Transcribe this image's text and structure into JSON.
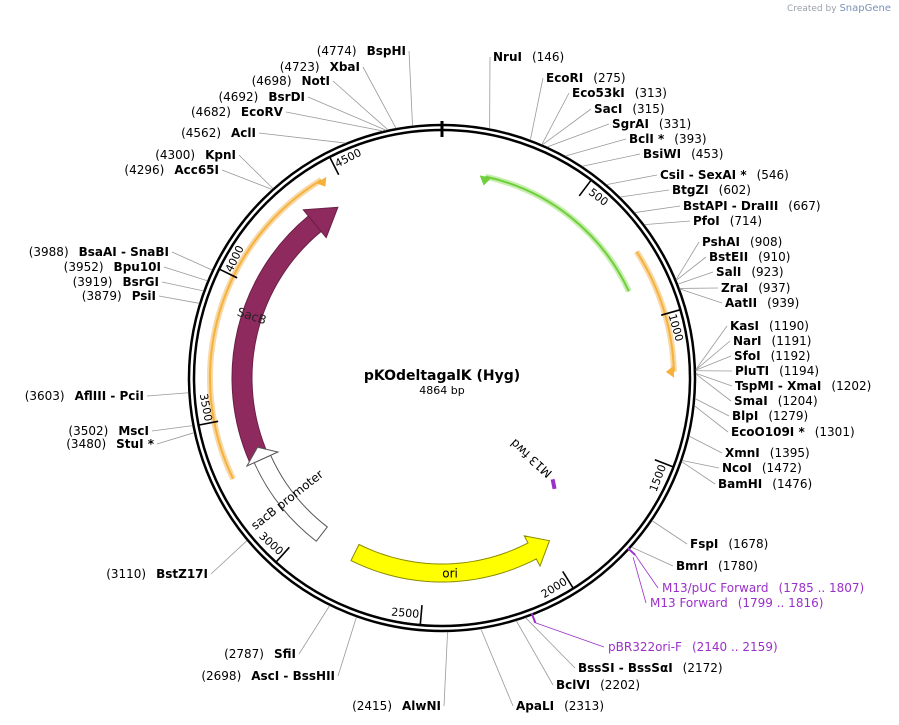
{
  "credit": {
    "created_by": "Created by",
    "brand": "SnapGene"
  },
  "plasmid": {
    "name": "pKOdeltagalK (Hyg)",
    "length_label": "4864 bp",
    "length": 4864
  },
  "ticks": [
    "500",
    "1000",
    "1500",
    "2000",
    "2500",
    "3000",
    "3500",
    "4000",
    "4500"
  ],
  "features": {
    "sacb": "SacB",
    "sacb_promoter": "sacB promoter",
    "ori": "ori",
    "m13fwd": "M13 fwd"
  },
  "colors": {
    "backbone": "#000000",
    "sacb": "#8e2a5e",
    "ori": "#ffff00",
    "orange_arc": "#f7b13b",
    "green_arc": "#6fcf3c",
    "primer": "#9b30c9"
  },
  "enzymes": [
    {
      "name": "NruI",
      "pos": "(146)",
      "bp": 146
    },
    {
      "name": "EcoRI",
      "pos": "(275)",
      "bp": 275
    },
    {
      "name": "Eco53kI",
      "pos": "(313)",
      "bp": 313
    },
    {
      "name": "SacI",
      "pos": "(315)",
      "bp": 315
    },
    {
      "name": "SgrAI",
      "pos": "(331)",
      "bp": 331
    },
    {
      "name": "BclI *",
      "pos": "(393)",
      "bp": 393
    },
    {
      "name": "BsiWI",
      "pos": "(453)",
      "bp": 453
    },
    {
      "name": "CsiI  -  SexAI *",
      "pos": "(546)",
      "bp": 546
    },
    {
      "name": "BtgZI",
      "pos": "(602)",
      "bp": 602
    },
    {
      "name": "BstAPI  -  DraIII",
      "pos": "(667)",
      "bp": 667
    },
    {
      "name": "PfoI",
      "pos": "(714)",
      "bp": 714
    },
    {
      "name": "PshAI",
      "pos": "(908)",
      "bp": 908
    },
    {
      "name": "BstEII",
      "pos": "(910)",
      "bp": 910
    },
    {
      "name": "SalI",
      "pos": "(923)",
      "bp": 923
    },
    {
      "name": "ZraI",
      "pos": "(937)",
      "bp": 937
    },
    {
      "name": "AatII",
      "pos": "(939)",
      "bp": 939
    },
    {
      "name": "KasI",
      "pos": "(1190)",
      "bp": 1190
    },
    {
      "name": "NarI",
      "pos": "(1191)",
      "bp": 1191
    },
    {
      "name": "SfoI",
      "pos": "(1192)",
      "bp": 1192
    },
    {
      "name": "PluTI",
      "pos": "(1194)",
      "bp": 1194
    },
    {
      "name": "TspMI  -  XmaI",
      "pos": "(1202)",
      "bp": 1202
    },
    {
      "name": "SmaI",
      "pos": "(1204)",
      "bp": 1204
    },
    {
      "name": "BlpI",
      "pos": "(1279)",
      "bp": 1279
    },
    {
      "name": "EcoO109I *",
      "pos": "(1301)",
      "bp": 1301
    },
    {
      "name": "XmnI",
      "pos": "(1395)",
      "bp": 1395
    },
    {
      "name": "NcoI",
      "pos": "(1472)",
      "bp": 1472
    },
    {
      "name": "BamHI",
      "pos": "(1476)",
      "bp": 1476
    },
    {
      "name": "FspI",
      "pos": "(1678)",
      "bp": 1678
    },
    {
      "name": "BmrI",
      "pos": "(1780)",
      "bp": 1780
    },
    {
      "name": "BssSI  -  BssSαI",
      "pos": "(2172)",
      "bp": 2172
    },
    {
      "name": "BclVI",
      "pos": "(2202)",
      "bp": 2202
    },
    {
      "name": "ApaLI",
      "pos": "(2313)",
      "bp": 2313
    },
    {
      "name": "AlwNI",
      "pos": "(2415)",
      "bp": 2415
    },
    {
      "name": "AscI  -  BssHII",
      "pos": "(2698)",
      "bp": 2698
    },
    {
      "name": "SfiI",
      "pos": "(2787)",
      "bp": 2787
    },
    {
      "name": "BstZ17I",
      "pos": "(3110)",
      "bp": 3110
    },
    {
      "name": "StuI *",
      "pos": "(3480)",
      "bp": 3480
    },
    {
      "name": "MscI",
      "pos": "(3502)",
      "bp": 3502
    },
    {
      "name": "AflIII  -  PciI",
      "pos": "(3603)",
      "bp": 3603
    },
    {
      "name": "PsiI",
      "pos": "(3879)",
      "bp": 3879
    },
    {
      "name": "BsrGI",
      "pos": "(3919)",
      "bp": 3919
    },
    {
      "name": "Bpu10I",
      "pos": "(3952)",
      "bp": 3952
    },
    {
      "name": "BsaAI  -  SnaBI",
      "pos": "(3988)",
      "bp": 3988
    },
    {
      "name": "Acc65I",
      "pos": "(4296)",
      "bp": 4296
    },
    {
      "name": "KpnI",
      "pos": "(4300)",
      "bp": 4300
    },
    {
      "name": "AclI",
      "pos": "(4562)",
      "bp": 4562
    },
    {
      "name": "EcoRV",
      "pos": "(4682)",
      "bp": 4682
    },
    {
      "name": "BsrDI",
      "pos": "(4692)",
      "bp": 4692
    },
    {
      "name": "NotI",
      "pos": "(4698)",
      "bp": 4698
    },
    {
      "name": "XbaI",
      "pos": "(4723)",
      "bp": 4723
    },
    {
      "name": "BspHI",
      "pos": "(4774)",
      "bp": 4774
    }
  ],
  "primers": [
    {
      "name": "M13/pUC Forward",
      "pos": "(1785 .. 1807)"
    },
    {
      "name": "M13 Forward",
      "pos": "(1799 .. 1816)"
    },
    {
      "name": "pBR322ori-F",
      "pos": "(2140 .. 2159)"
    }
  ]
}
